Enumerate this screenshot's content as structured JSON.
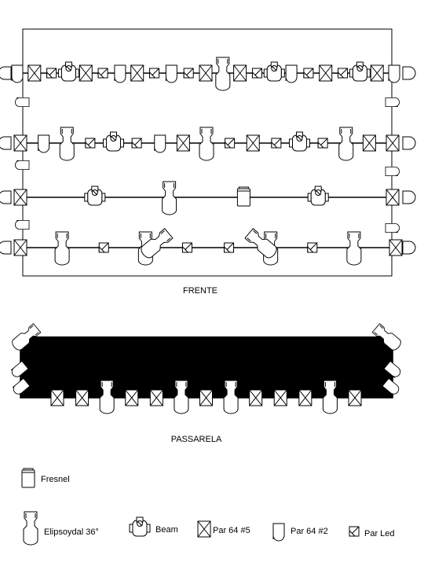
{
  "colors": {
    "line": "#000000",
    "fill": "#ffffff",
    "background": "#ffffff"
  },
  "sections": {
    "stage_label": "FRENTE",
    "walkway_label": "PASSARELA"
  },
  "fixture_types": {
    "fresnel": "Fresnel",
    "ellipsoidal": "Elipsoydal 36°",
    "beam": "Beam",
    "par64_5": "Par 64 #5",
    "par64_2": "Par 64 #2",
    "par_led": "Par Led"
  },
  "legend": [
    {
      "type": "fresnel",
      "label": "Fresnel"
    },
    {
      "type": "ellipsoidal",
      "label": "Elipsoydal 36°"
    },
    {
      "type": "beam",
      "label": "Beam"
    },
    {
      "type": "par64_5",
      "label": "Par 64 #5"
    },
    {
      "type": "par64_2",
      "label": "Par 64 #2"
    },
    {
      "type": "par_led",
      "label": "Par Led"
    }
  ],
  "rig": {
    "stage_bars": [
      [
        "par64_2",
        "par64_5",
        "par_led",
        "beam",
        "par64_5",
        "par_led",
        "par64_2",
        "par64_5",
        "par_led",
        "par64_2",
        "par_led",
        "par64_5",
        "ellipsoidal",
        "par64_5",
        "par_led",
        "beam",
        "par64_2",
        "par_led",
        "par64_5",
        "par_led",
        "beam",
        "par64_5",
        "par64_2"
      ],
      [
        "par64_5",
        "par64_2",
        "ellipsoidal",
        "par_led",
        "beam",
        "par_led",
        "par64_2",
        "par64_5",
        "ellipsoidal",
        "par_led",
        "par64_5",
        "par_led",
        "beam",
        "par_led",
        "ellipsoidal",
        "par64_5",
        "par64_5"
      ],
      [
        "par64_5",
        "beam",
        "ellipsoidal",
        "fresnel",
        "beam",
        "par64_5"
      ],
      [
        "par64_5",
        "ellipsoidal",
        "par_led",
        "ellipsoidal",
        "par_led",
        "par_led",
        "ellipsoidal",
        "par_led",
        "ellipsoidal",
        "par64_5"
      ]
    ],
    "stage_side_left": [
      "par64_2",
      "par64_2",
      "par64_2"
    ],
    "stage_side_right": [
      "par64_2",
      "par64_2",
      "par64_2"
    ],
    "walkway_bar": [
      "par64_5",
      "par64_5",
      "ellipsoidal",
      "par64_5",
      "par64_5",
      "ellipsoidal",
      "par64_5",
      "ellipsoidal",
      "par64_5",
      "par64_5",
      "par64_5",
      "ellipsoidal",
      "par64_5"
    ],
    "walkway_corners": [
      "par64_2",
      "par64_2",
      "ellipsoidal",
      "par64_2",
      "par64_2",
      "ellipsoidal"
    ]
  }
}
